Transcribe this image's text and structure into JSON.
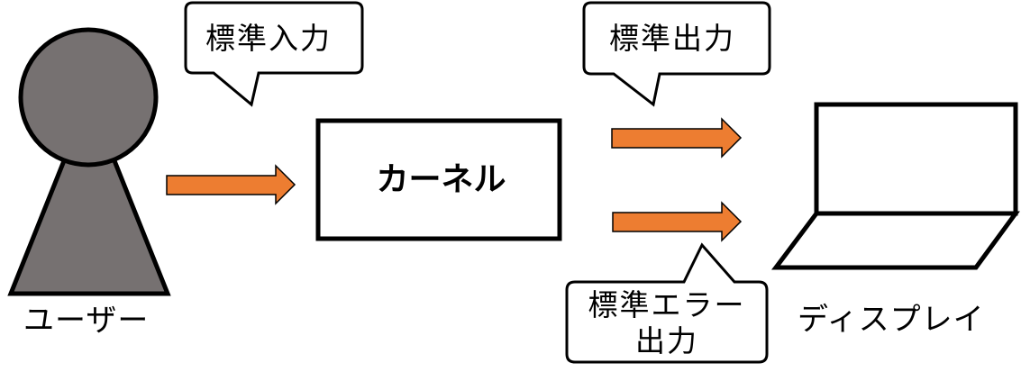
{
  "diagram": {
    "title": "",
    "colors": {
      "arrow_fill": "#ED7D31",
      "person_fill": "#767171",
      "stroke": "#000000",
      "background": "#FFFFFF"
    },
    "nodes": {
      "user": {
        "label": "ユーザー",
        "icon": "person-icon"
      },
      "kernel": {
        "label": "カーネル"
      },
      "display": {
        "label": "ディスプレイ",
        "icon": "laptop-icon"
      }
    },
    "callouts": {
      "stdin": {
        "label": "標準入力"
      },
      "stdout": {
        "label": "標準出力"
      },
      "stderr": {
        "line1": "標準エラー",
        "line2": "出力"
      }
    },
    "edges": [
      {
        "from": "user",
        "to": "kernel",
        "label": "標準入力"
      },
      {
        "from": "kernel",
        "to": "display",
        "label": "標準出力"
      },
      {
        "from": "kernel",
        "to": "display",
        "label": "標準エラー出力"
      }
    ]
  }
}
